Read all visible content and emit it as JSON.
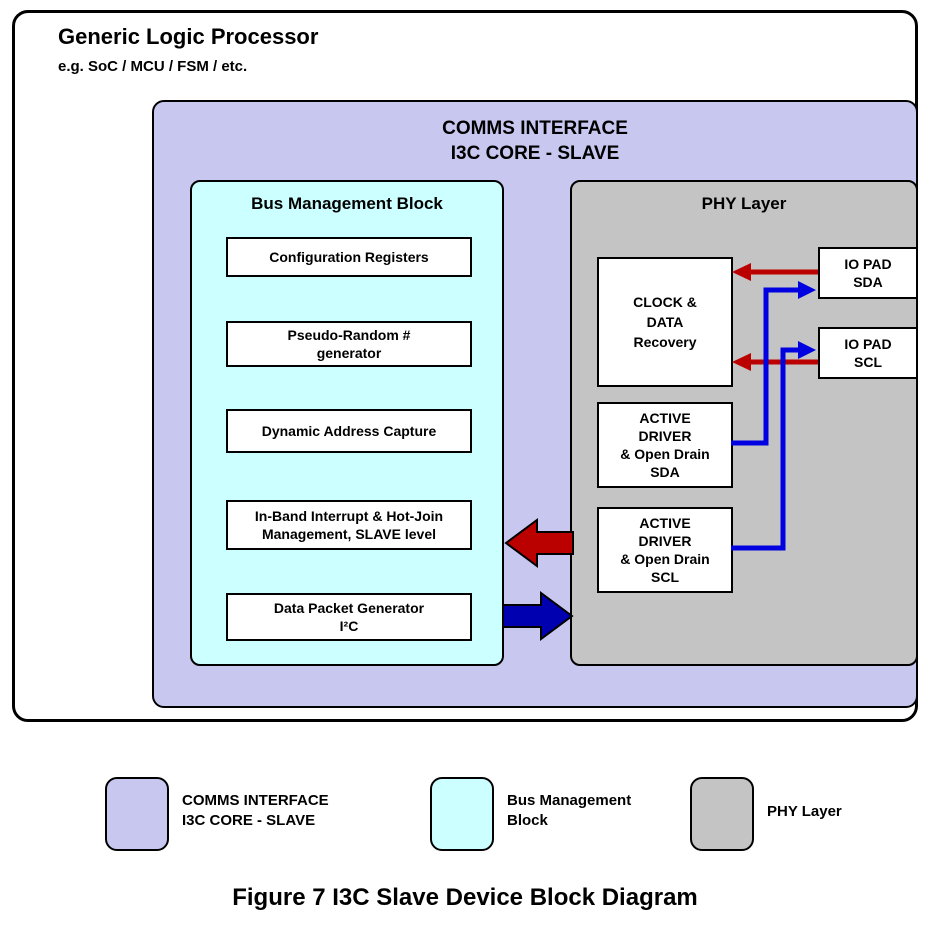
{
  "colors": {
    "comms_purple": "#c7c7f0",
    "bus_cyan": "#ccffff",
    "phy_gray": "#c4c4c4",
    "arrow_red": "#bb0000",
    "arrow_blue": "#0000e0",
    "arrow_blue_thick": "#0000b0"
  },
  "processor": {
    "title": "Generic Logic Processor",
    "subtitle": "e.g. SoC / MCU / FSM / etc."
  },
  "comms": {
    "title_line1": "COMMS INTERFACE",
    "title_line2": "I3C CORE - SLAVE"
  },
  "bus_mgmt": {
    "title": "Bus Management Block",
    "blocks": {
      "config_registers": {
        "line1": "Configuration Registers"
      },
      "prng": {
        "line1": "Pseudo-Random #",
        "line2": "generator"
      },
      "dynamic_address": {
        "line1": "Dynamic Address Capture"
      },
      "ibi_hotjoin": {
        "line1": "In-Band Interrupt & Hot-Join",
        "line2": "Management, SLAVE level"
      },
      "data_packet": {
        "line1": "Data Packet Generator",
        "line2": "I²C"
      }
    }
  },
  "phy": {
    "title": "PHY Layer",
    "blocks": {
      "clock_data_recovery": {
        "line1": "CLOCK &",
        "line2": "DATA",
        "line3": "Recovery"
      },
      "driver_sda": {
        "line1": "ACTIVE",
        "line2": "DRIVER",
        "line3": "& Open Drain",
        "line4": "SDA"
      },
      "driver_scl": {
        "line1": "ACTIVE",
        "line2": "DRIVER",
        "line3": "& Open Drain",
        "line4": "SCL"
      }
    }
  },
  "io_pads": {
    "sda": {
      "line1": "IO PAD",
      "line2": "SDA"
    },
    "scl": {
      "line1": "IO PAD",
      "line2": "SCL"
    }
  },
  "legend": {
    "comms": {
      "line1": "COMMS INTERFACE",
      "line2": "I3C CORE - SLAVE"
    },
    "bus": {
      "line1": "Bus Management",
      "line2": "Block"
    },
    "phy": {
      "line1": "PHY Layer"
    }
  },
  "caption": "Figure 7 I3C Slave Device Block Diagram"
}
